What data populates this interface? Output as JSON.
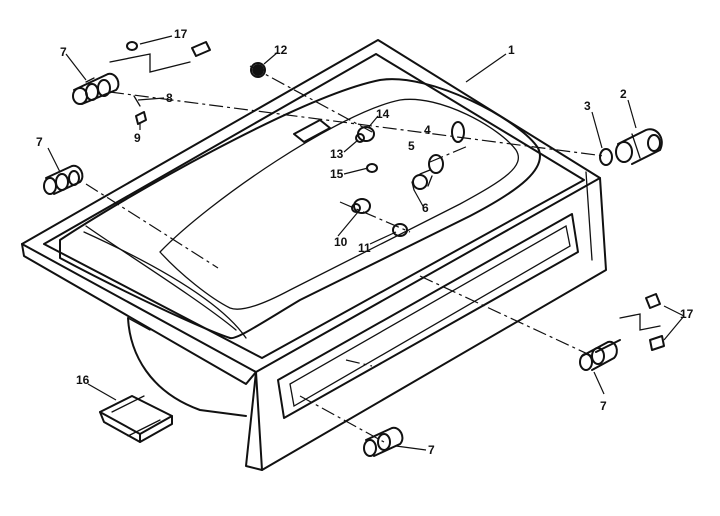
{
  "callouts": {
    "c1": "1",
    "c2": "2",
    "c3": "3",
    "c4": "4",
    "c5": "5",
    "c6": "6",
    "c7a": "7",
    "c7b": "7",
    "c7c": "7",
    "c7d": "7",
    "c8": "8",
    "c9": "9",
    "c10": "10",
    "c11": "11",
    "c12": "12",
    "c13": "13",
    "c14": "14",
    "c15": "15",
    "c16": "16",
    "c17a": "17",
    "c17b": "17"
  }
}
